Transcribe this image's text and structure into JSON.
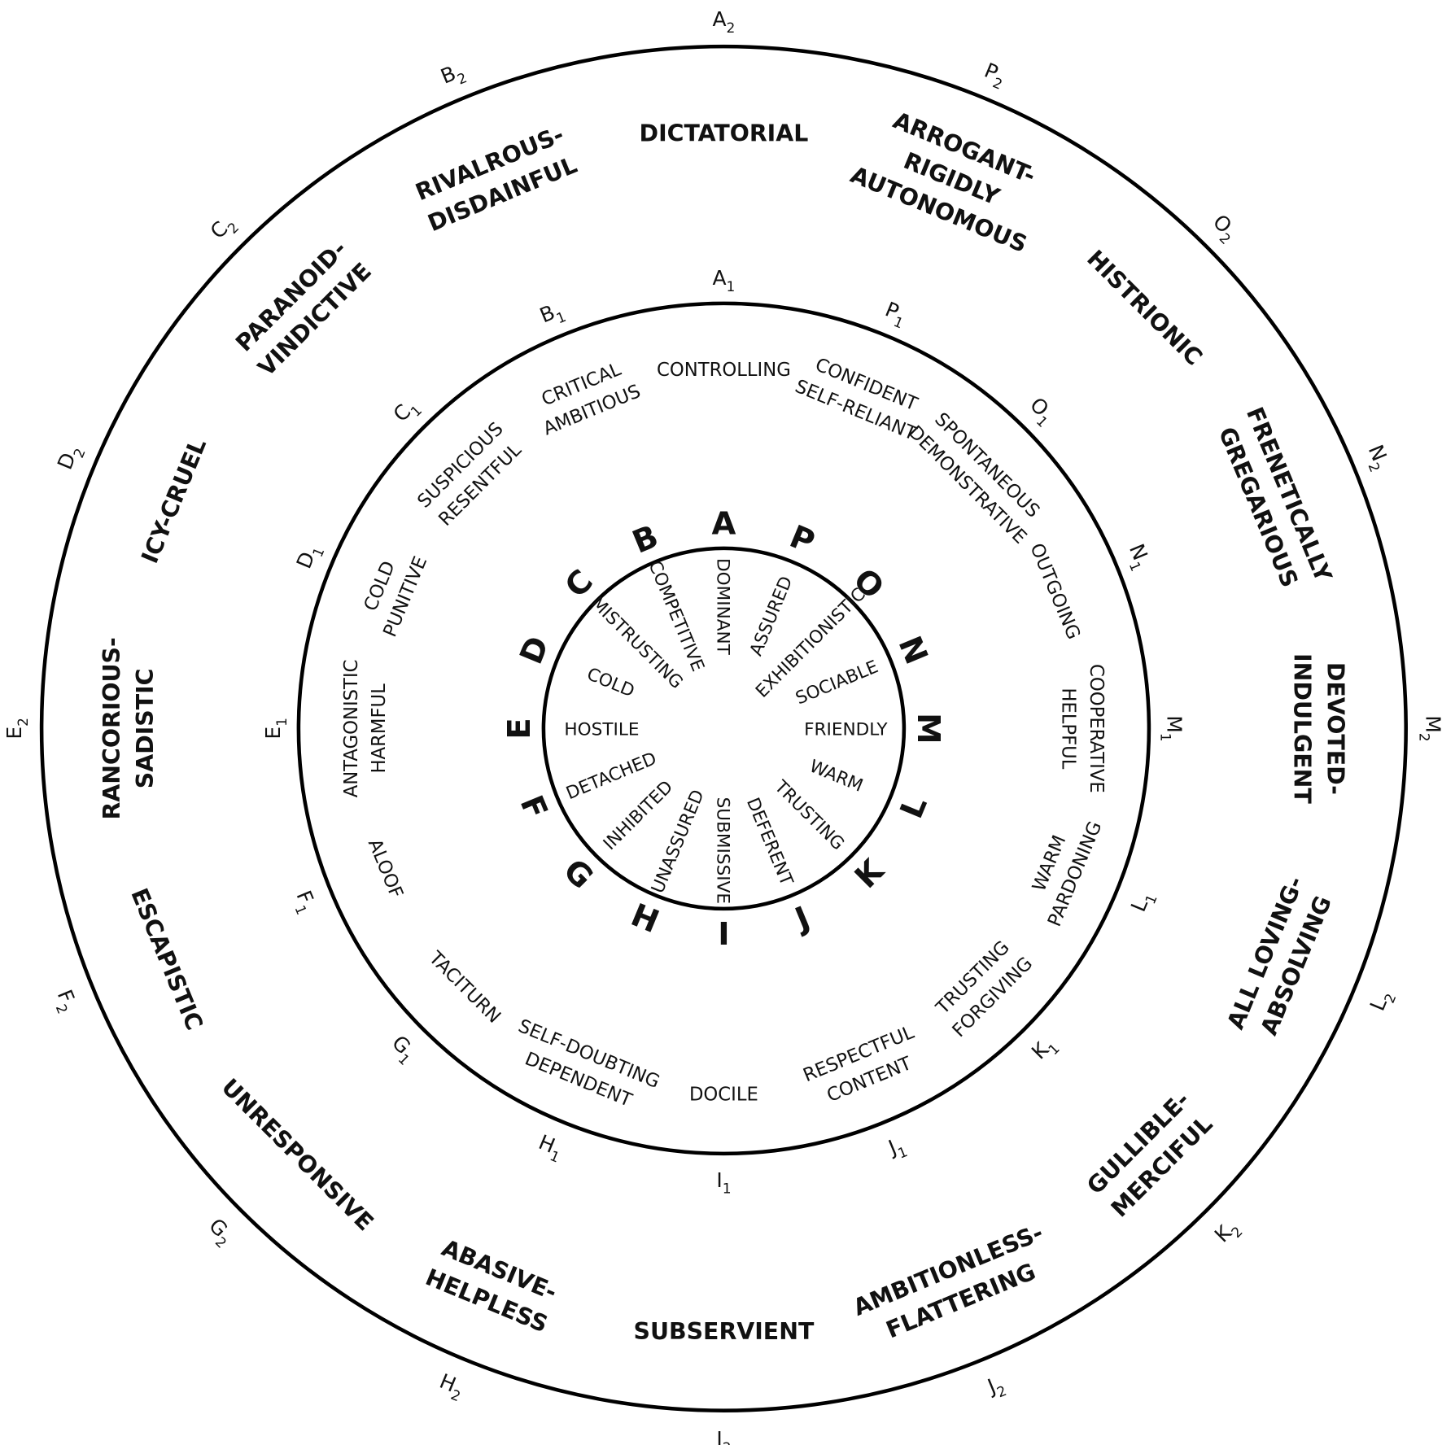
{
  "letters": [
    "A",
    "B",
    "C",
    "D",
    "E",
    "F",
    "G",
    "H",
    "I",
    "J",
    "K",
    "L",
    "M",
    "N",
    "O",
    "P"
  ],
  "inner_words": [
    "DOMINANT",
    "COMPETITIVE",
    "MISTRUSTING",
    "COLD",
    "HOSTILE",
    "DETACHED",
    "INHIBITED",
    "UNASSURED",
    "SUBMISSIVE",
    "DEFERENT",
    "TRUSTING",
    "WARM",
    "FRIENDLY",
    "SOCIABLE",
    "EXHIBITIONISTIC",
    "ASSURED"
  ],
  "middle_words": [
    [
      "CONTROLLING"
    ],
    [
      "CRITICAL",
      "AMBITIOUS"
    ],
    [
      "SUSPICIOUS",
      "RESENTFUL"
    ],
    [
      "COLD",
      "PUNITIVE"
    ],
    [
      "ANTAGONISTIC",
      "HARMFUL"
    ],
    [
      "ALOOF"
    ],
    [
      "TACITURN"
    ],
    [
      "SELF-DOUBTING",
      "DEPENDENT"
    ],
    [
      "DOCILE"
    ],
    [
      "RESPECTFUL",
      "CONTENT"
    ],
    [
      "TRUSTING",
      "FORGIVING"
    ],
    [
      "WARM",
      "PARDONING"
    ],
    [
      "COOPERATIVE",
      "HELPFUL"
    ],
    [
      "OUTGOING"
    ],
    [
      "SPONTANEOUS",
      "DEMONSTRATIVE"
    ],
    [
      "CONFIDENT",
      "SELF-RELIANT"
    ]
  ],
  "outer_words": [
    [
      "DICTATORIAL"
    ],
    [
      "RIVALROUS-",
      "DISDAINFUL"
    ],
    [
      "PARANOID-",
      "VINDICTIVE"
    ],
    [
      "ICY-CRUEL"
    ],
    [
      "RANCORIOUS-",
      "SADISTIC"
    ],
    [
      "ESCAPISTIC"
    ],
    [
      "UNRESPONSIVE"
    ],
    [
      "ABASIVE-",
      "HELPLESS"
    ],
    [
      "SUBSERVIENT"
    ],
    [
      "AMBITIONLESS-",
      "FLATTERING"
    ],
    [
      "GULLIBLE-",
      "MERCIFUL"
    ],
    [
      "ALL LOVING-",
      "ABSOLVING"
    ],
    [
      "DEVOTED-",
      "INDULGENT"
    ],
    [
      "FRENETICALLY",
      "GREGARIOUS"
    ],
    [
      "HISTRIONIC"
    ],
    [
      "ARROGANT-",
      "RIGIDLY",
      "AUTONOMOUS"
    ]
  ],
  "middle_subscript": "1",
  "outer_subscript": "2"
}
